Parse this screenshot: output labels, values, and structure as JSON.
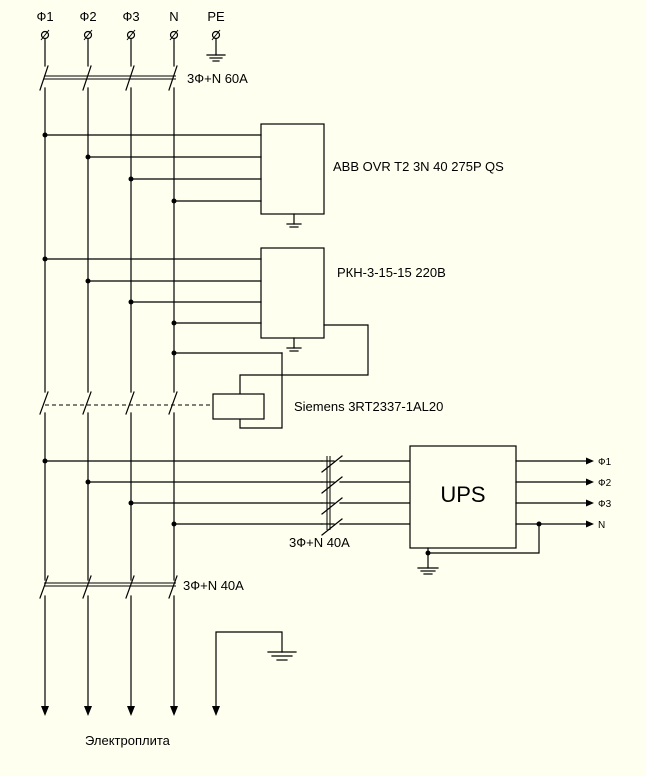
{
  "inputs": {
    "l1": "Ф1",
    "l2": "Ф2",
    "l3": "Ф3",
    "n": "N",
    "pe": "PE"
  },
  "main_breaker": "3Ф+N 60A",
  "surge_protector": "ABB OVR T2 3N 40 275P QS",
  "voltage_relay": "РКН-3-15-15 220В",
  "contactor": "Siemens 3RT2337-1AL20",
  "ups": {
    "label": "UPS",
    "breaker": "3Ф+N 40A",
    "out_l1": "Ф1",
    "out_l2": "Ф2",
    "out_l3": "Ф3",
    "out_n": "N"
  },
  "bottom_breaker": "3Ф+N 40A",
  "load": "Электроплита"
}
